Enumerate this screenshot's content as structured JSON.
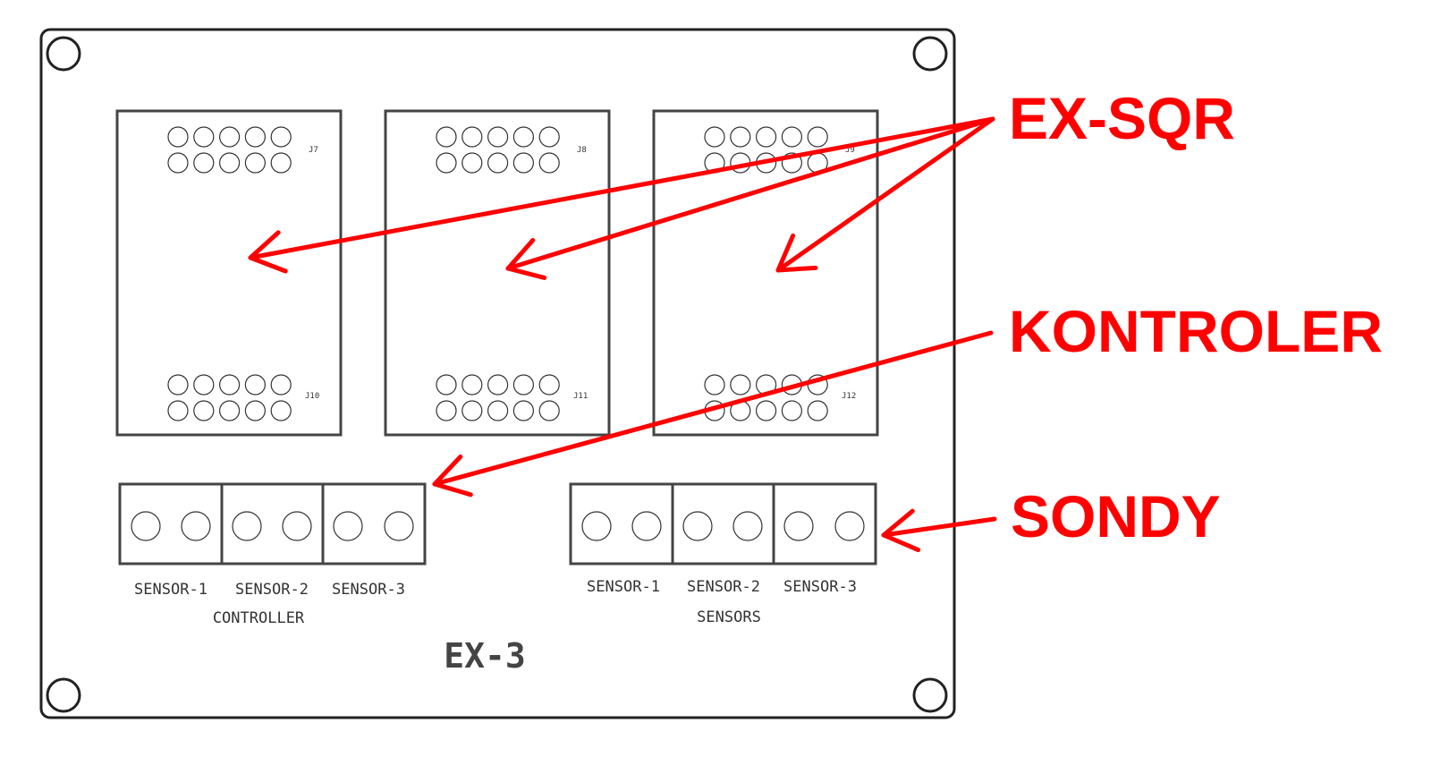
{
  "board": {
    "title": "EX-3",
    "modules": [
      {
        "top_label": "J7",
        "bottom_label": "J10"
      },
      {
        "top_label": "J8",
        "bottom_label": "J11"
      },
      {
        "top_label": "J9",
        "bottom_label": "J12"
      }
    ],
    "controller": {
      "group_label": "CONTROLLER",
      "ports": [
        "SENSOR-1",
        "SENSOR-2",
        "SENSOR-3"
      ]
    },
    "sensors": {
      "group_label": "SENSORS",
      "ports": [
        "SENSOR-1",
        "SENSOR-2",
        "SENSOR-3"
      ]
    }
  },
  "callouts": {
    "ex_sqr": "EX-SQR",
    "kontroler": "KONTROLER",
    "sondy": "SONDY",
    "color": "#ff0000"
  }
}
